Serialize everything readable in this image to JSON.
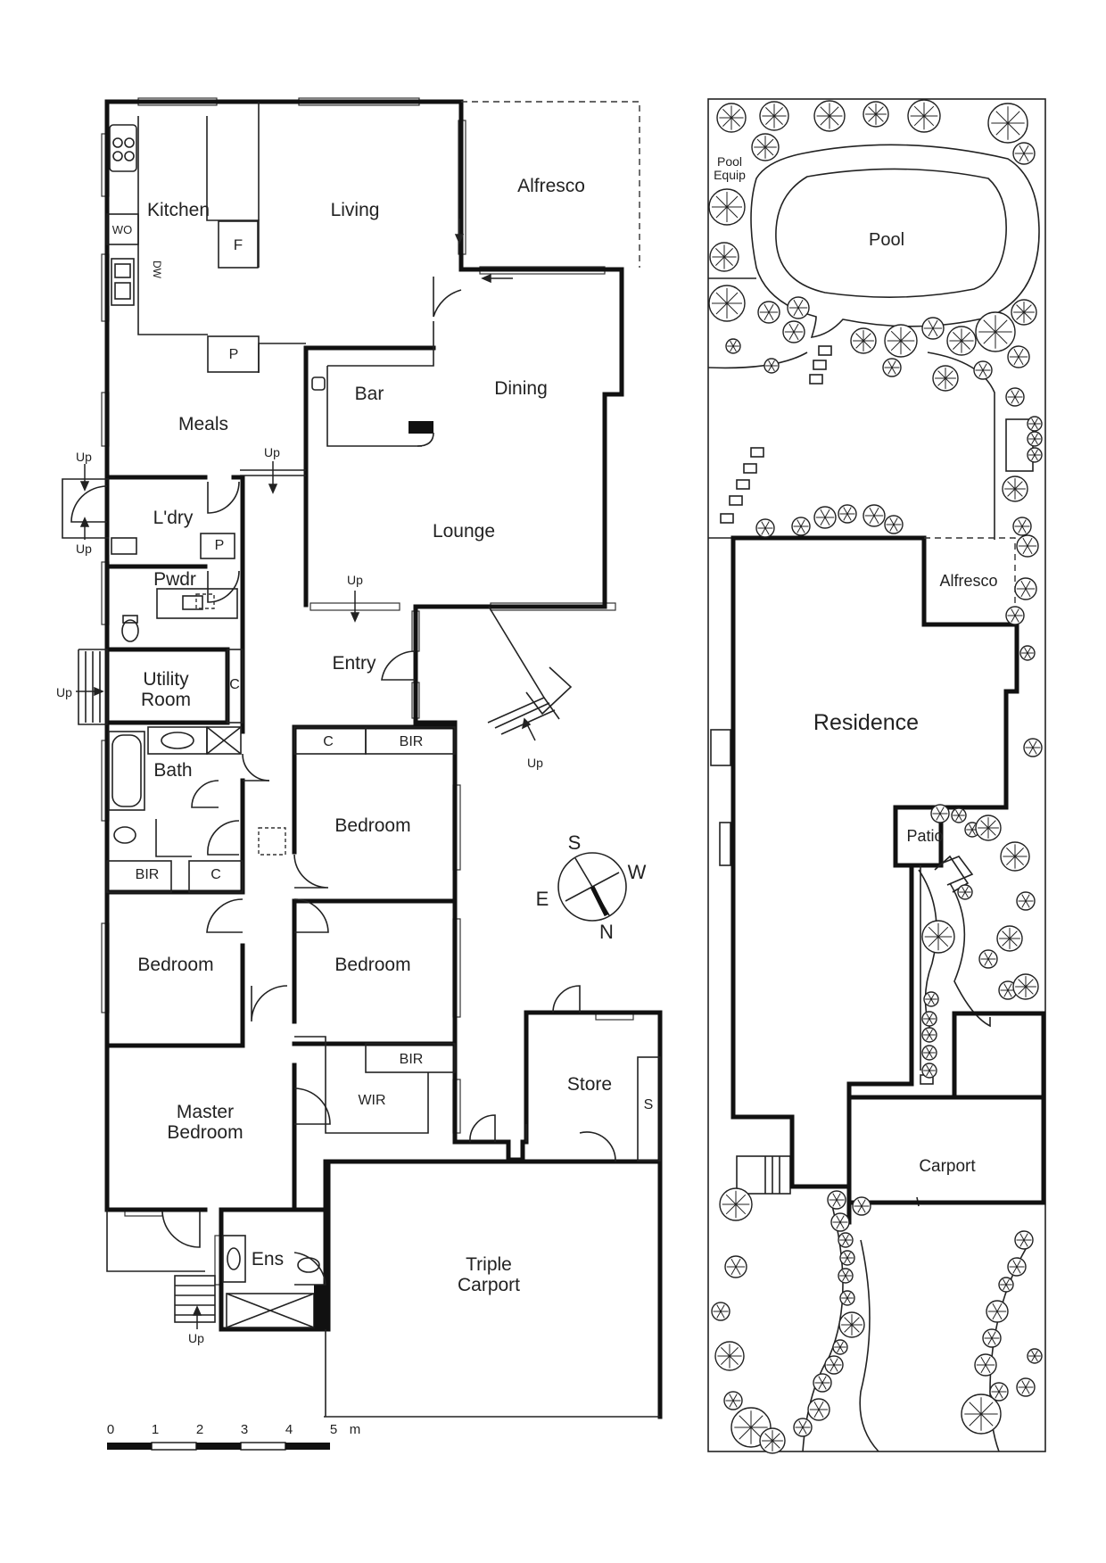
{
  "floor_plan": {
    "rooms": {
      "kitchen": "Kitchen",
      "living": "Living",
      "alfresco": "Alfresco",
      "wo": "WO",
      "fridge": "F",
      "dw": "DW",
      "pantry": "P",
      "bar": "Bar",
      "dining": "Dining",
      "meals": "Meals",
      "laundry": "L'dry",
      "laundry_p": "P",
      "lounge": "Lounge",
      "powder": "Pwdr",
      "utility_1": "Utility",
      "utility_2": "Room",
      "utility_c": "C",
      "entry": "Entry",
      "bath": "Bath",
      "bed_c": "C",
      "bed_bir": "BIR",
      "bedroom_1": "Bedroom",
      "bir_left": "BIR",
      "c_left": "C",
      "bedroom_2": "Bedroom",
      "bedroom_3": "Bedroom",
      "bir_mid": "BIR",
      "wir": "WIR",
      "master_1": "Master",
      "master_2": "Bedroom",
      "store": "Store",
      "store_s": "S",
      "ensuite": "Ens",
      "carport_1": "Triple",
      "carport_2": "Carport"
    },
    "up_labels": [
      "Up",
      "Up",
      "Up",
      "Up",
      "Up",
      "Up",
      "Up"
    ],
    "compass": {
      "s": "S",
      "w": "W",
      "e": "E",
      "n": "N"
    },
    "scale": {
      "ticks": [
        "0",
        "1",
        "2",
        "3",
        "4",
        "5"
      ],
      "unit": "m"
    }
  },
  "site_plan": {
    "pool_equip_1": "Pool",
    "pool_equip_2": "Equip",
    "pool": "Pool",
    "alfresco": "Alfresco",
    "residence": "Residence",
    "patio": "Patio",
    "carport": "Carport"
  },
  "colors": {
    "wall": "#111111",
    "line": "#222222",
    "background": "#ffffff"
  }
}
